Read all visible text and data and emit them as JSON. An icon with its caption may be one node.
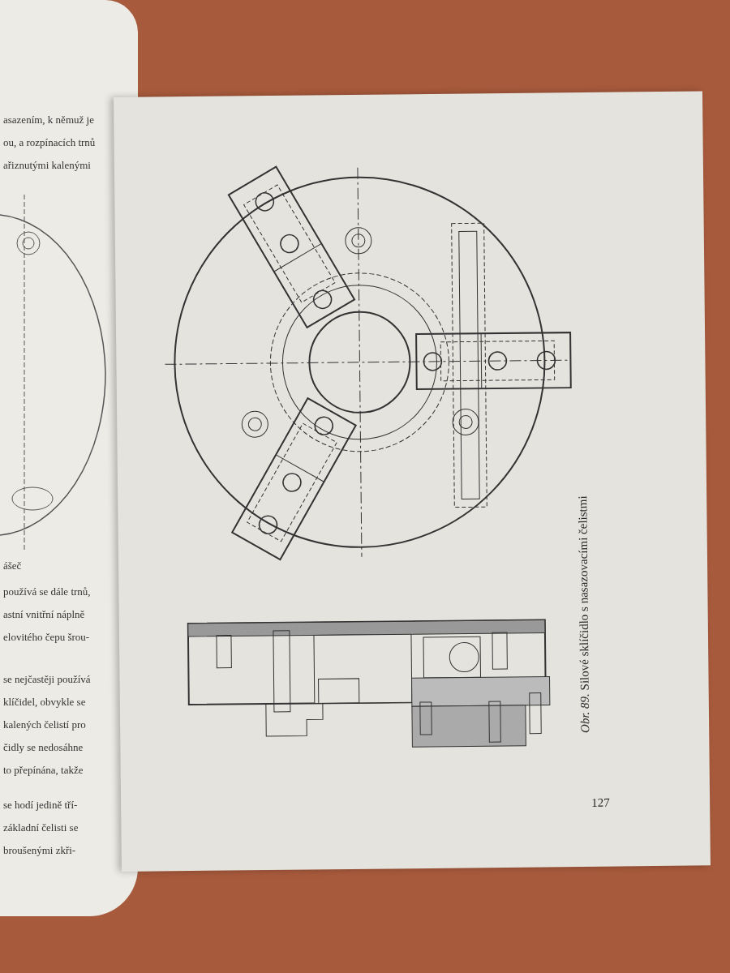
{
  "diagram": {
    "caption": "*Obr. 89.* Silové sklíčidlo s nasazovacími čelistmi",
    "labels": [
      "asazením, k němuž je",
      "ou, a rozpínacích trnů",
      "ařiznutými kalenými",
      "ášeč",
      "používá se dále trnů,",
      "astní vnitřní náplně",
      "elovitého čepu šrou-",
      "se nejčastěji používá",
      "klíčidel, obvykle se",
      "kalených čelistí pro",
      "čidly se nedosáhne",
      "to přepínána, takže",
      "se hodí jedině tří-",
      "základní čelisti se",
      "broušenými zkři-",
      "127"
    ]
  }
}
